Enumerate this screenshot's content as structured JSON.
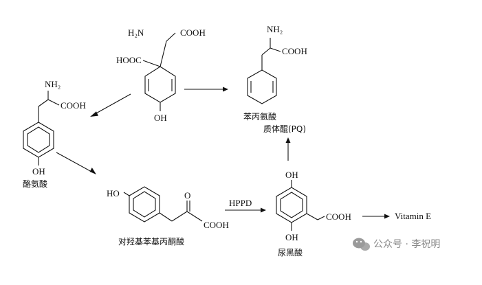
{
  "molecules": {
    "prephenate": {
      "amino": "H₂N",
      "acid": "COOH",
      "ring_acid": "HOOC",
      "hydroxyl": "OH"
    },
    "tyrosine": {
      "amino": "NH₂",
      "acid": "COOH",
      "hydroxyl": "OH",
      "name": "酪氨酸"
    },
    "phenylalanine": {
      "amino": "NH₂",
      "acid": "COOH",
      "name": "苯丙氨酸",
      "product": "质体醌(PQ)"
    },
    "hppa": {
      "hydroxyl": "HO",
      "acid": "COOH",
      "name": "对羟基苯基丙酮酸"
    },
    "hga": {
      "hydroxyl_top": "OH",
      "hydroxyl_bottom": "OH",
      "acid": "COOH",
      "name": "尿黑酸"
    }
  },
  "labels": {
    "enzyme": "HPPD",
    "vitamin": "Vitamin E"
  },
  "watermark": "公众号 · 李祝明"
}
